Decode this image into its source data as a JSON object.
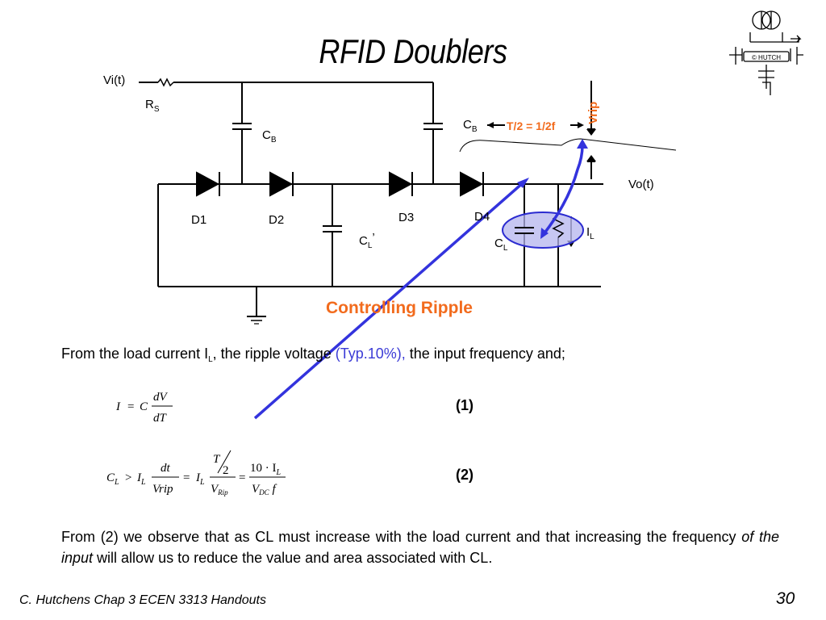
{
  "slide": {
    "title": "RFID Doublers",
    "logo_text": "© HUTCH"
  },
  "circuit": {
    "vi_label": "Vi(t)",
    "rs_label": "R",
    "rs_sub": "S",
    "cb_label": "C",
    "cb_sub": "B",
    "cb2_label": "C",
    "cb2_sub": "B",
    "d1": "D1",
    "d2": "D2",
    "d3": "D3",
    "d4": "D4",
    "cl_prime_label": "C",
    "cl_prime_sub": "L",
    "cl_prime_mark": "’",
    "cl_label": "C",
    "cl_sub": "L",
    "il_label": "I",
    "il_sub": "L",
    "vo_label": "Vo(t)",
    "period_label": "T/2 = 1/2f",
    "vrip_label": "Vrip",
    "colors": {
      "accent": "#f26b1d",
      "arrow": "#3333dd",
      "highlight": "#b4b4ee"
    }
  },
  "content": {
    "heading": "Controlling Ripple",
    "intro_a": "From the load current I",
    "intro_sub": "L",
    "intro_b": ", the ripple voltage ",
    "intro_typ": "(Typ.10%),",
    "intro_c": " the input frequency and;",
    "eq1": {
      "lhs": "I",
      "eq": "=",
      "c": "C",
      "num": "dV",
      "den": "dT",
      "number": "(1)"
    },
    "eq2": {
      "cl": "C",
      "cl_sub": "L",
      "gt": ">",
      "il": "I",
      "il_sub": "L",
      "frac1_num": "dt",
      "frac1_den": "Vrip",
      "eq_a": "=",
      "il2": "I",
      "il2_sub": "L",
      "frac2_num_t": "T",
      "frac2_num_2": "2",
      "frac2_den": "V",
      "frac2_den_sub": "Rip",
      "eq_b": "=",
      "frac3_num": "10 · I",
      "frac3_num_sub": "L",
      "frac3_den": "V",
      "frac3_den_sub": "DC",
      "frac3_den_f": " f",
      "number": "(2)"
    },
    "conclusion_a": "From (2) we observe that as CL must increase with the load current and that increasing the frequency ",
    "conclusion_em": "of the input",
    "conclusion_b": " will allow us to reduce the value and area associated with CL."
  },
  "footer": {
    "left": "C. Hutchens Chap 3 ECEN 3313 Handouts",
    "page": "30"
  }
}
